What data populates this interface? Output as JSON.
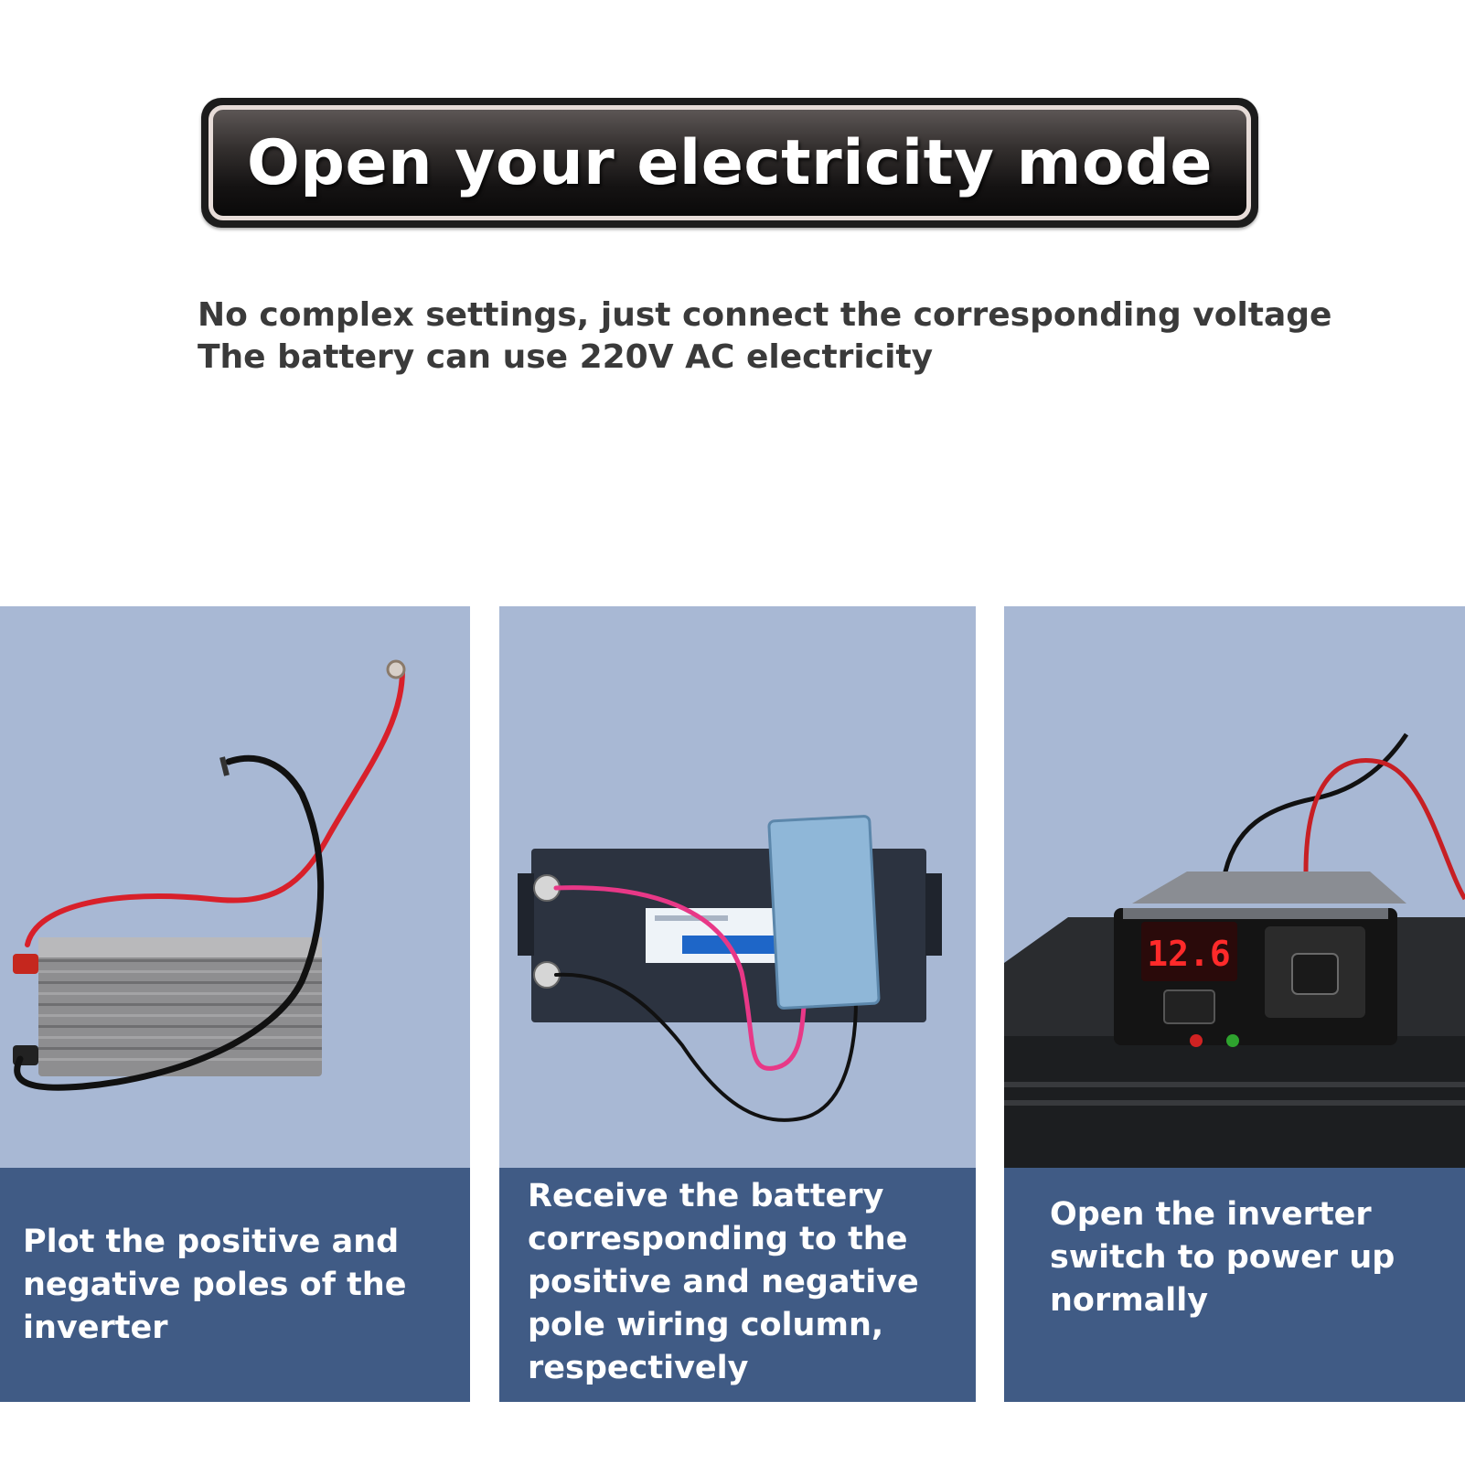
{
  "banner": {
    "title": "Open your electricity mode"
  },
  "intro": {
    "line1": "No complex settings, just connect the corresponding voltage",
    "line2": "The battery can use 220V AC electricity"
  },
  "steps": [
    {
      "photo": "inverter-with-cables",
      "caption": "Plot the positive and negative poles of the inverter"
    },
    {
      "photo": "battery-wired-to-inverter",
      "caption": "Receive the battery corresponding to the positive and negative pole wiring column, respectively"
    },
    {
      "photo": "inverter-display-on",
      "caption": "Open the inverter switch to power up normally",
      "display_value": "12.6"
    }
  ],
  "colors": {
    "panel_bg": "#a8b8d4",
    "caption_bg": "#405b85",
    "banner_bg": "#1c1c1c",
    "intro_text": "#3a3a3a"
  }
}
